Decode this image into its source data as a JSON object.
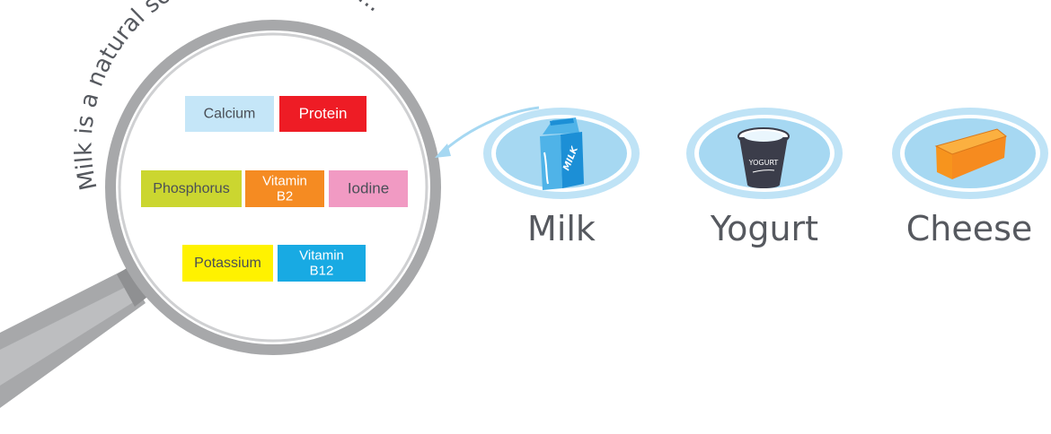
{
  "arc_text": "Milk is a natural source of nutrients...",
  "nutrients": [
    {
      "id": "calcium",
      "lines": [
        "Calcium"
      ],
      "fill": "#c5e6f8",
      "text_color": "#4a4f57"
    },
    {
      "id": "protein",
      "lines": [
        "Protein"
      ],
      "fill": "#ee1c25",
      "text_color": "#ffffff"
    },
    {
      "id": "phosphorus",
      "lines": [
        "Phosphorus"
      ],
      "fill": "#cbd630",
      "text_color": "#4a4f57"
    },
    {
      "id": "vitamin-b2",
      "lines": [
        "Vitamin",
        "B2"
      ],
      "fill": "#f58b22",
      "text_color": "#ffffff"
    },
    {
      "id": "iodine",
      "lines": [
        "Iodine"
      ],
      "fill": "#f19ac3",
      "text_color": "#4a4f57"
    },
    {
      "id": "potassium",
      "lines": [
        "Potassium"
      ],
      "fill": "#fff200",
      "text_color": "#4a4f57"
    },
    {
      "id": "vitamin-b12",
      "lines": [
        "Vitamin",
        "B12"
      ],
      "fill": "#18aae3",
      "text_color": "#ffffff"
    }
  ],
  "foods": [
    {
      "id": "milk",
      "label": "Milk",
      "icon": "milk-carton-icon"
    },
    {
      "id": "yogurt",
      "label": "Yogurt",
      "icon": "yogurt-cup-icon"
    },
    {
      "id": "cheese",
      "label": "Cheese",
      "icon": "cheese-wedge-icon"
    }
  ],
  "carton_text": "MILK",
  "cup_text": "YOGURT",
  "colors": {
    "lens_ring": "#a7a8aa",
    "plate_outer": "#bfe3f6",
    "plate_inner": "#a6d8f2",
    "arrow": "#a6d8f2",
    "label_text": "#56595f",
    "milk_blue": "#1c8fd6",
    "cheese": "#f7941d"
  }
}
